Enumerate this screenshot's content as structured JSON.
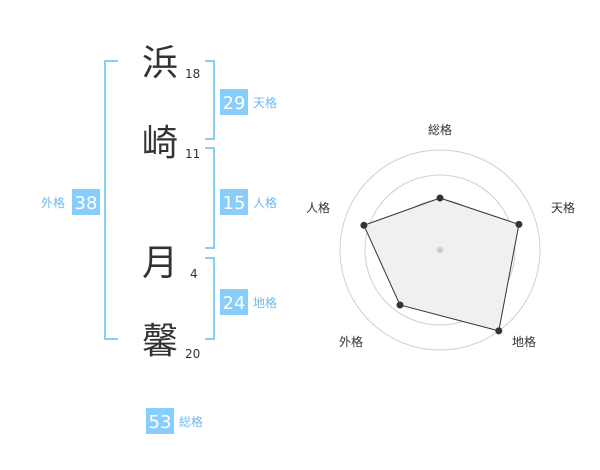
{
  "colors": {
    "accent": "#87cefa",
    "accent_text": "#6fb9ec",
    "bracket": "#87cefa",
    "text": "#333333",
    "radar_line": "#333333",
    "radar_fill": "#f0f0f0",
    "radar_ring": "#d0d0d0"
  },
  "name": {
    "characters": [
      {
        "char": "浜",
        "strokes": "18"
      },
      {
        "char": "崎",
        "strokes": "11"
      },
      {
        "char": "月",
        "strokes": "4"
      },
      {
        "char": "馨",
        "strokes": "20"
      }
    ]
  },
  "fortunes": {
    "tenkaku": {
      "value": "29",
      "label": "天格"
    },
    "jinkaku": {
      "value": "15",
      "label": "人格"
    },
    "chikaku": {
      "value": "24",
      "label": "地格"
    },
    "gaikaku": {
      "value": "38",
      "label": "外格"
    },
    "soukaku": {
      "value": "53",
      "label": "総格"
    }
  },
  "chart_data": {
    "type": "radar",
    "axes": [
      "総格",
      "天格",
      "地格",
      "外格",
      "人格"
    ],
    "values": [
      0.52,
      0.83,
      1.0,
      0.68,
      0.8
    ],
    "max": 1.0,
    "rings": 4
  }
}
